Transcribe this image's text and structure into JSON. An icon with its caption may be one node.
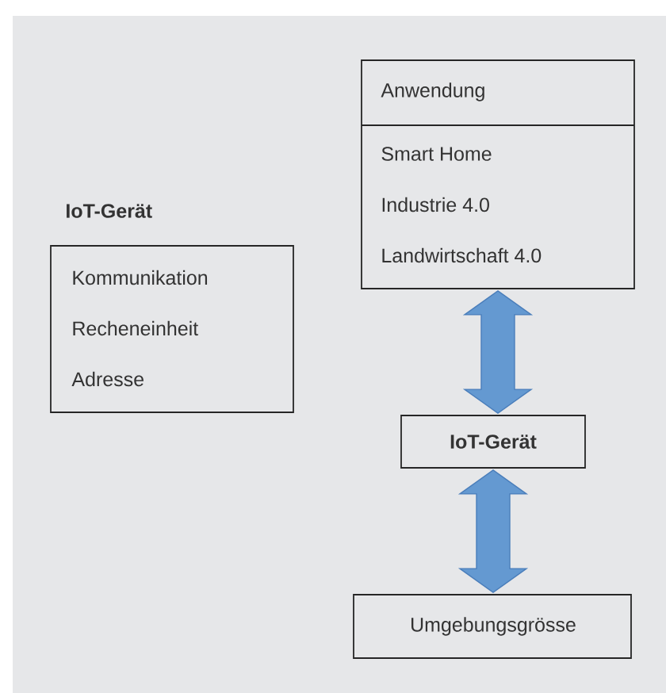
{
  "diagram": {
    "nodes": [
      {
        "text": [
          "IoT-Gerät",
          "Kommunikation",
          "Recheneinheit",
          "Adresse"
        ]
      },
      {
        "text": [
          "Anwendung",
          "Smart Home",
          "Industrie 4.0",
          "Landwirtschaft 4.0"
        ]
      },
      {
        "text": [
          "IoT-Gerät"
        ]
      },
      {
        "text": [
          "Umgebungsgrösse"
        ]
      }
    ],
    "edges": [
      {
        "from": 1,
        "to": 2,
        "arrow": "both"
      },
      {
        "from": 2,
        "to": 3,
        "arrow": "both"
      }
    ]
  }
}
